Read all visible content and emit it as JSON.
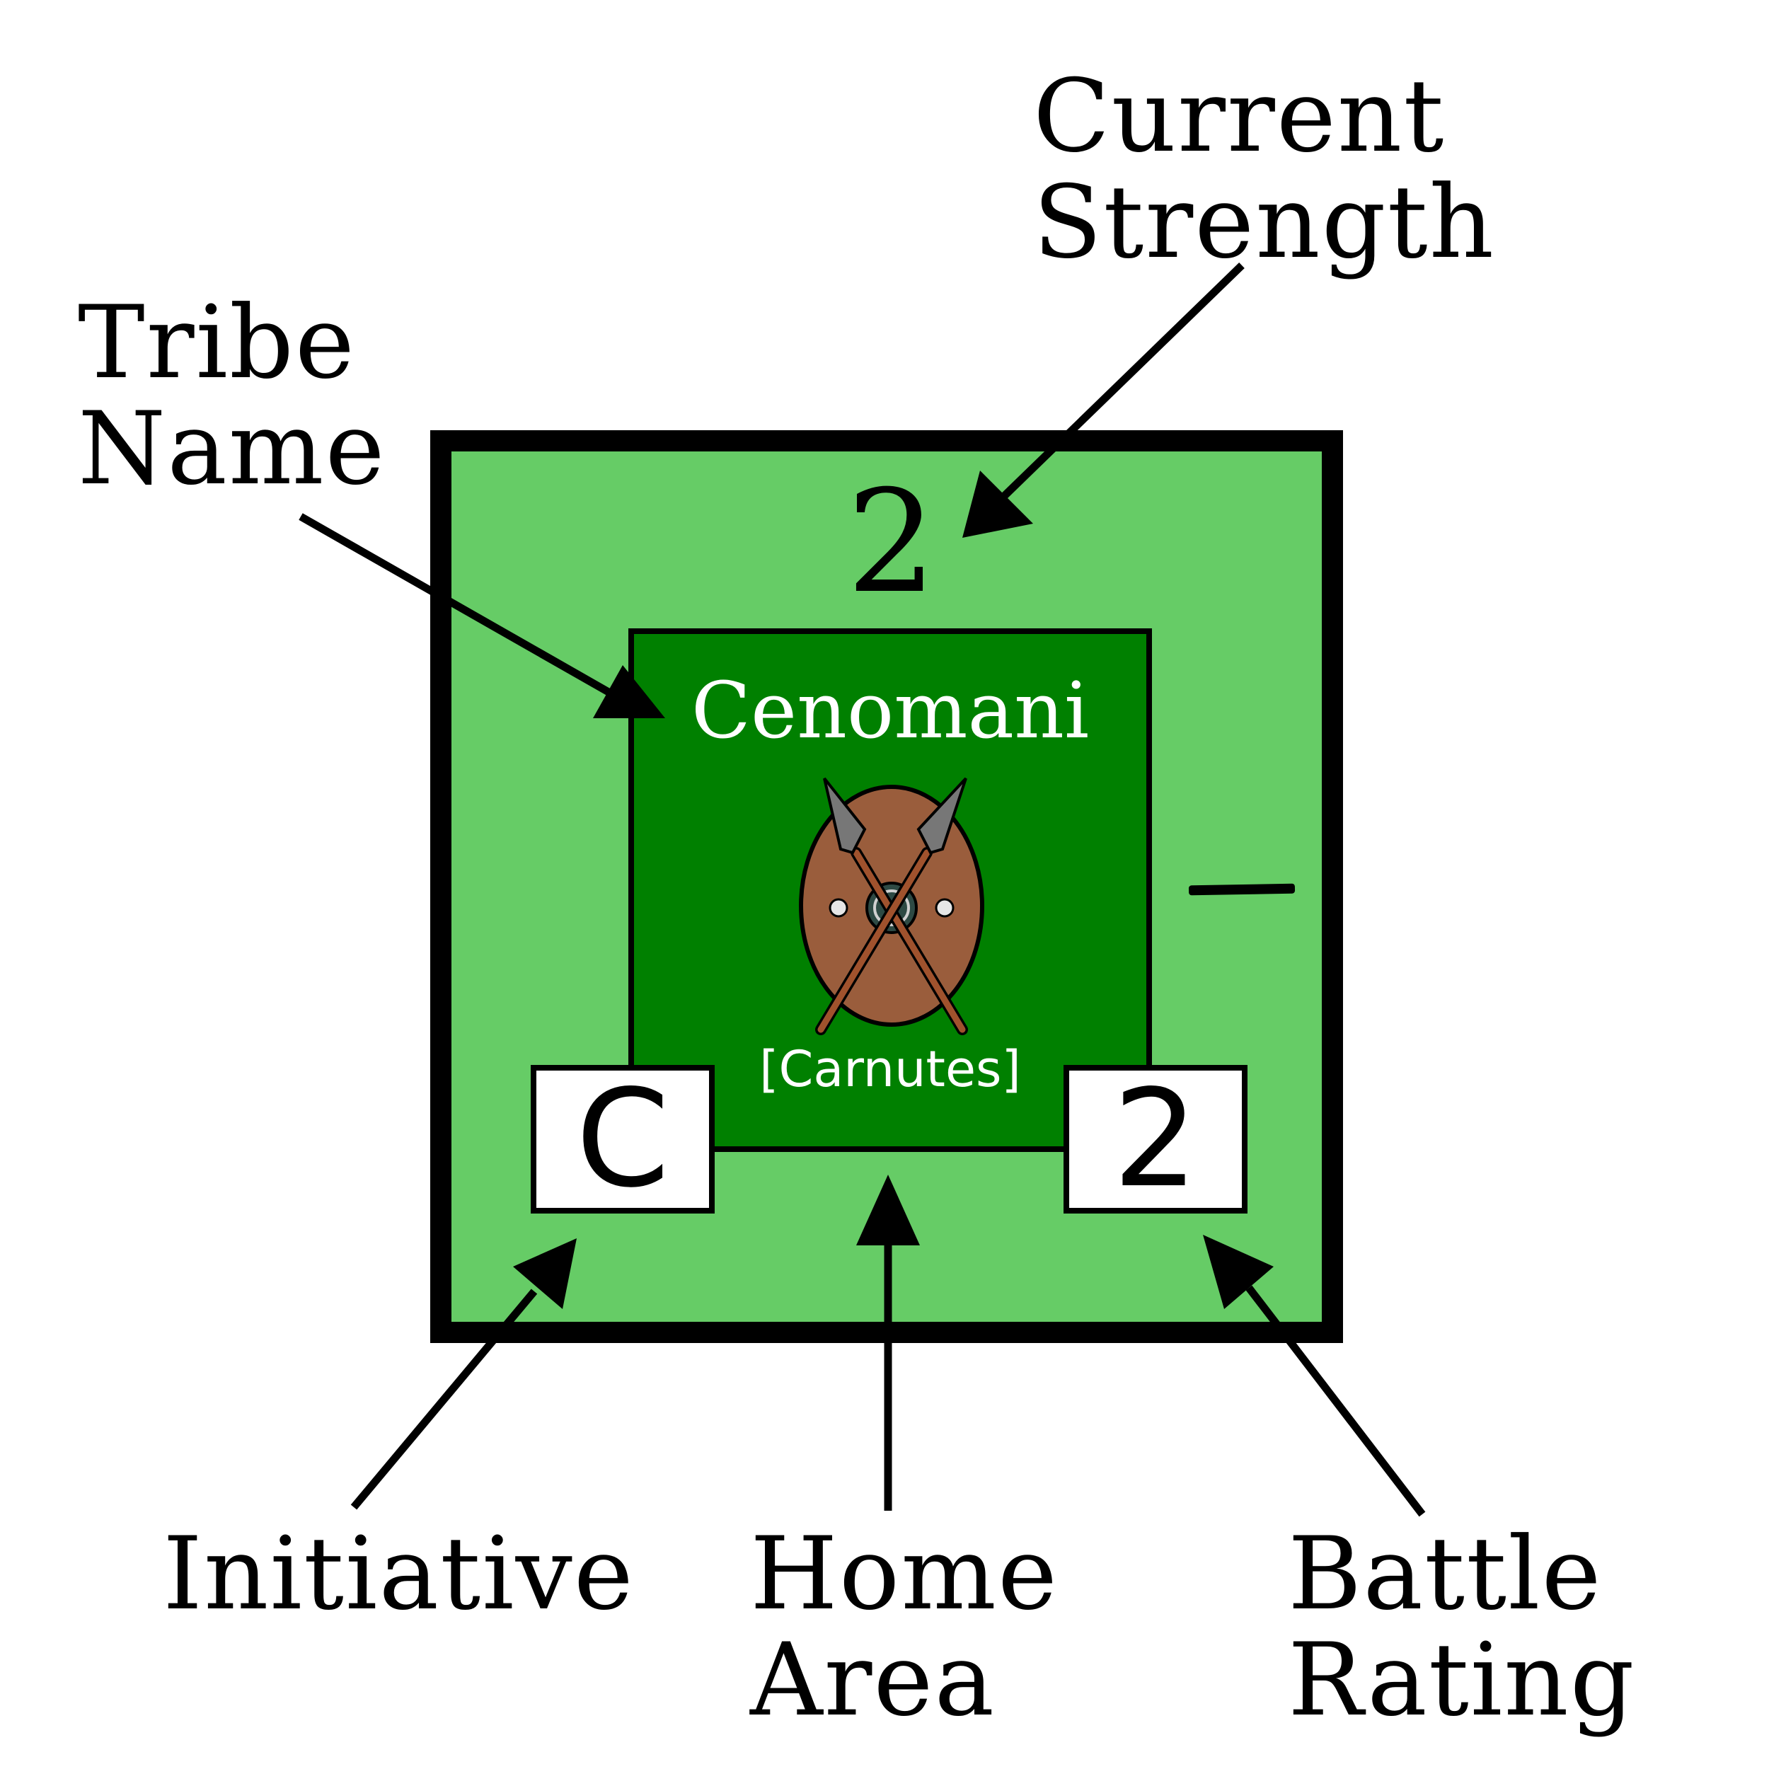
{
  "labels": {
    "current_strength": [
      "Current",
      "Strength"
    ],
    "tribe_name": [
      "Tribe",
      "Name"
    ],
    "initiative": "Initiative",
    "home_area": [
      "Home",
      "Area"
    ],
    "battle_rating": [
      "Battle",
      "Rating"
    ]
  },
  "counter": {
    "strength": "2",
    "tribe": "Cenomani",
    "home_area": "[Carnutes]",
    "initiative": "C",
    "battle_rating": "2",
    "icon": "shield-with-crossed-spears-icon",
    "colors": {
      "outer": "#66cc66",
      "inner": "#008000",
      "shield": "#9a5d3c"
    }
  }
}
